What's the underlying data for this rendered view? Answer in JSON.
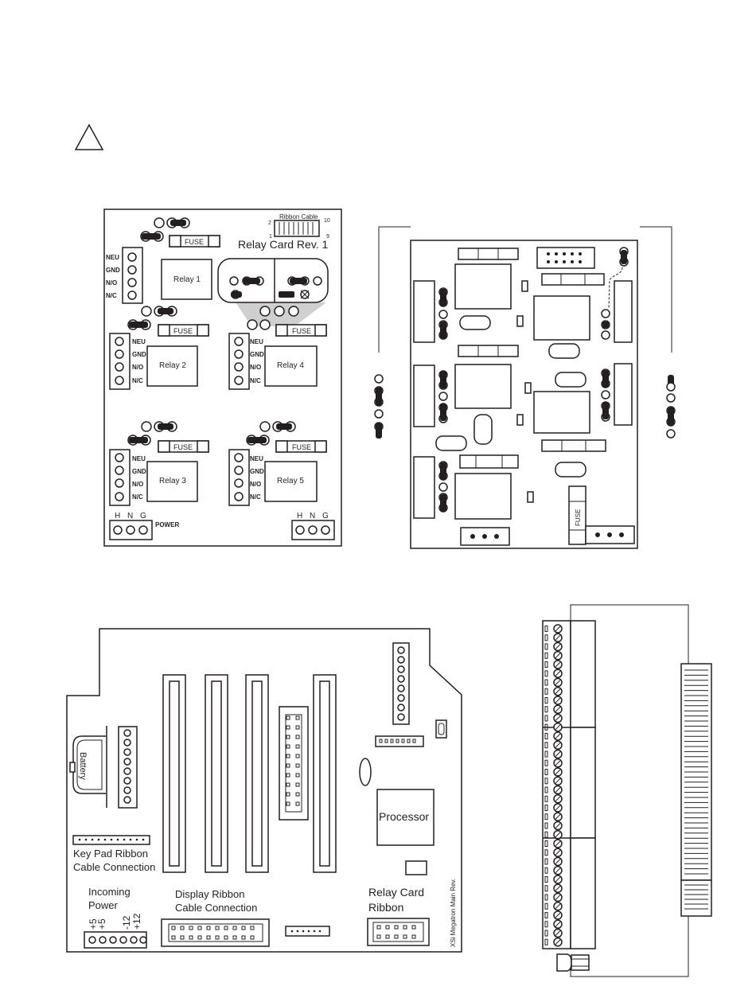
{
  "relay_card": {
    "title": "Relay Card Rev. 1",
    "ribbon_label": "Ribbon Cable",
    "pin_numbers": [
      "2",
      "10",
      "1",
      "9"
    ],
    "fuse_label": "FUSE",
    "terminal_labels": [
      "NEU",
      "GND",
      "N/O",
      "N/C"
    ],
    "relays": [
      "Relay 1",
      "Relay 2",
      "Relay 3",
      "Relay 4",
      "Relay 5"
    ],
    "hng": [
      "H",
      "N",
      "G"
    ],
    "power_label": "POWER"
  },
  "right_board": {
    "fuse_label": "FUSE"
  },
  "main_board": {
    "battery_label": "Battery",
    "processor_label": "Processor",
    "keypad_label_1": "Key Pad Ribbon",
    "keypad_label_2": "Cable Connection",
    "power_label_1": "Incoming",
    "power_label_2": "Power",
    "voltages": [
      "+5",
      "+5",
      "-12",
      "+12"
    ],
    "display_label_1": "Display Ribbon",
    "display_label_2": "Cable Connection",
    "relay_ribbon_label_1": "Relay Card",
    "relay_ribbon_label_2": "Ribbon",
    "revision_label": "XSi Megatron Main Rev."
  },
  "icons": [
    "warning-triangle-icon"
  ]
}
